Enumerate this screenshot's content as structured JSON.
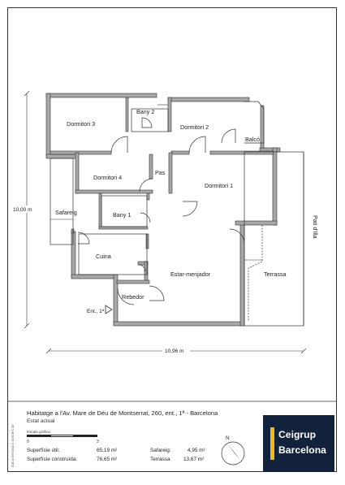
{
  "rooms": {
    "dormitori3": "Dormitori 3",
    "bany2": "Bany 2",
    "dormitori2": "Dormitori 2",
    "balco": "Balcó",
    "dormitori4": "Dormitori 4",
    "pas": "Pas",
    "dormitori1": "Dormitori 1",
    "safareig": "Safareig",
    "bany1": "Bany 1",
    "cuina": "Cuina",
    "estar": "Estar-menjador",
    "rebedor": "Rebedor",
    "terrassa": "Terrassa",
    "pati": "Pati d'illa"
  },
  "entry_label": "Ent., 1ª",
  "dimensions": {
    "height": "10,00 m",
    "width": "10,96 m"
  },
  "footer": {
    "title": "Habitatge a l'Av. Mare de Déu de Montserrat, 260, ent., 1ª - Barcelona",
    "subtitle": "Estat actual",
    "scale_label": "Escala gràfica",
    "scale_start": "0",
    "scale_end": "3",
    "useful_label": "Superfície útil:",
    "useful_value": "65,19 m²",
    "built_label": "Superfície construïda:",
    "built_value": "76,65 m²",
    "safareig_label": "Safareig:",
    "safareig_value": "4,95 m²",
    "terrassa_label": "Terrassa",
    "terrassa_value": "13,67 m²",
    "north": "N",
    "vertical_note": "documentació comercial"
  },
  "brand": {
    "line1": "Ceigrup",
    "line2": "Barcelona",
    "bg": "#12223c",
    "accent": "#f0b91a"
  }
}
